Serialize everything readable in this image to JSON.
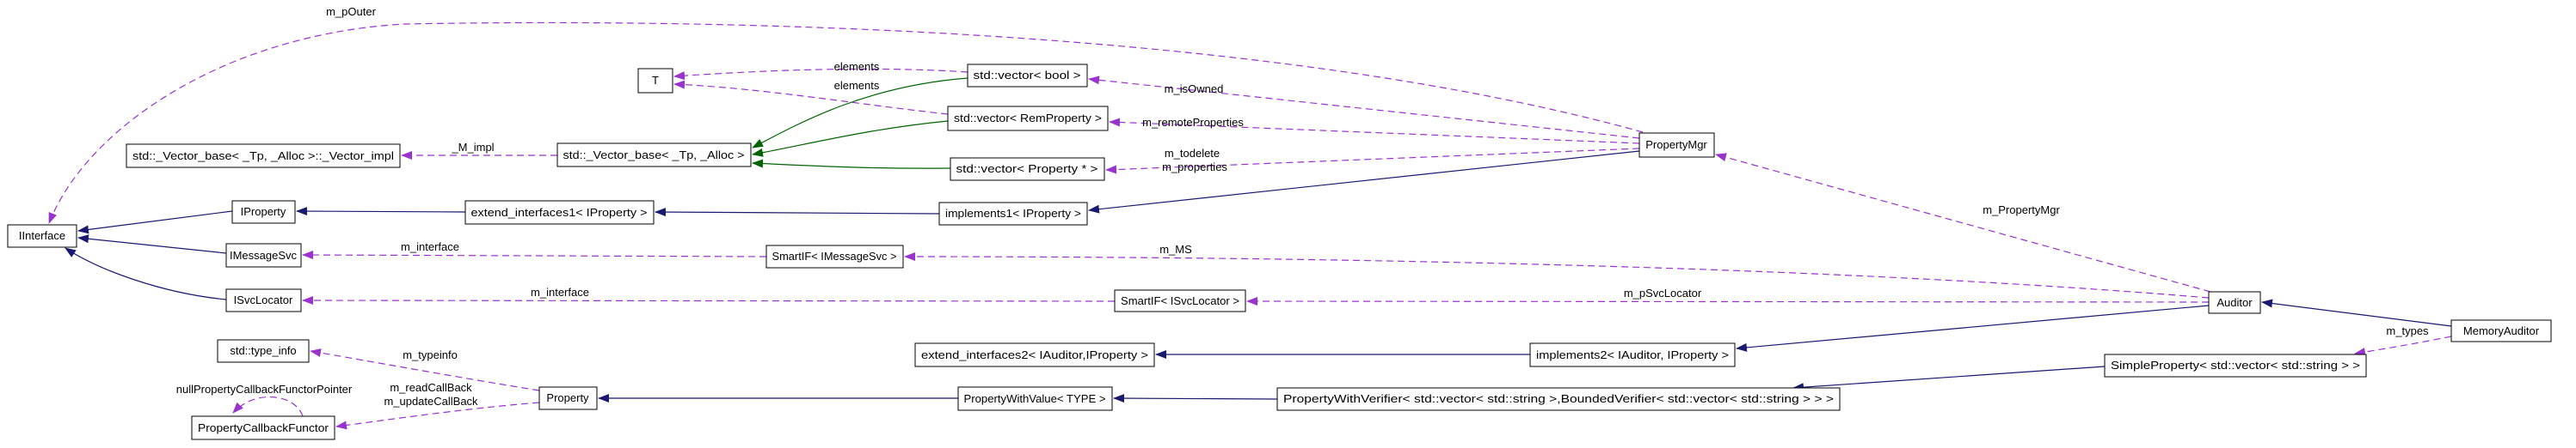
{
  "diagram": {
    "nodes": {
      "iinterface": {
        "label": "IInterface"
      },
      "vector_impl": {
        "label": "std::_Vector_base< _Tp, _Alloc >::_Vector_impl"
      },
      "iproperty": {
        "label": "IProperty"
      },
      "imessagesvc": {
        "label": "IMessageSvc"
      },
      "isvclocator": {
        "label": "ISvcLocator"
      },
      "type_info": {
        "label": "std::type_info"
      },
      "callback_functor": {
        "label": "PropertyCallbackFunctor"
      },
      "t_param": {
        "label": "T"
      },
      "vector_base": {
        "label": "std::_Vector_base< _Tp, _Alloc >"
      },
      "extend_interfaces1": {
        "label": "extend_interfaces1< IProperty >"
      },
      "property": {
        "label": "Property"
      },
      "vector_bool": {
        "label": "std::vector< bool >"
      },
      "vector_remproperty": {
        "label": "std::vector< RemProperty >"
      },
      "vector_propertyptr": {
        "label": "std::vector< Property * >"
      },
      "smartif_imessagesvc": {
        "label": "SmartIF< IMessageSvc >"
      },
      "implements1": {
        "label": "implements1< IProperty >"
      },
      "smartif_isvclocator": {
        "label": "SmartIF< ISvcLocator >"
      },
      "extend_interfaces2": {
        "label": "extend_interfaces2< IAuditor,IProperty >"
      },
      "propertywithvalue": {
        "label": "PropertyWithValue< TYPE >"
      },
      "implements2": {
        "label": "implements2< IAuditor, IProperty >"
      },
      "propertywithverifier": {
        "label": "PropertyWithVerifier< std::vector< std::string >,BoundedVerifier< std::vector< std::string > > >"
      },
      "propertymgr": {
        "label": "PropertyMgr"
      },
      "auditor": {
        "label": "Auditor"
      },
      "simpleproperty": {
        "label": "SimpleProperty< std::vector< std::string > >"
      },
      "memoryauditor": {
        "label": "MemoryAuditor"
      }
    },
    "edge_labels": {
      "m_pouter": "m_pOuter",
      "elements_top": "elements",
      "elements_bottom": "elements",
      "m_isowned": "m_isOwned",
      "m_remoteproperties": "m_remoteProperties",
      "m_todelete": "m_todelete",
      "m_properties": "m_properties",
      "m_impl": "_M_impl",
      "m_interface_msg": "m_interface",
      "m_interface_svc": "m_interface",
      "m_ms": "m_MS",
      "m_psvclocator": "m_pSvcLocator",
      "m_propertymgr": "m_PropertyMgr",
      "m_types": "m_types",
      "m_typeinfo": "m_typeinfo",
      "m_readcallback": "m_readCallBack",
      "m_updatecallback": "m_updateCallBack",
      "null_functor_pointer": "nullPropertyCallbackFunctorPointer"
    },
    "colors": {
      "inheritance": "#191970",
      "protected_inheritance": "#006400",
      "usage": "#9a32cd",
      "node_border": "#000000",
      "template_border": "#b0b0b0",
      "highlight_fill": "#bfbfbf"
    }
  }
}
